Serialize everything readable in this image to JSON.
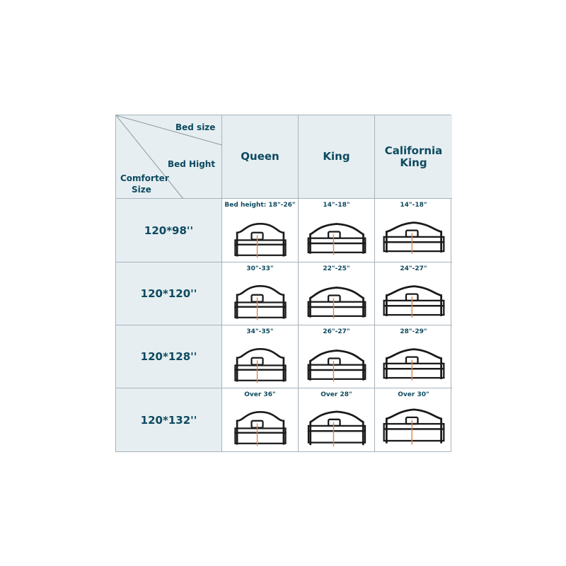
{
  "corner": {
    "bed_size_label": "Bed size",
    "bed_height_label": "Bed Hight",
    "comforter_size_label_line1": "Comforter",
    "comforter_size_label_line2": "Size"
  },
  "columns": [
    {
      "line1": "Queen",
      "line2": ""
    },
    {
      "line1": "King",
      "line2": ""
    },
    {
      "line1": "California",
      "line2": "King"
    }
  ],
  "rows": [
    {
      "label": "120*98''",
      "heights": [
        "Bed height: 18\"-26\"",
        "14\"-18\"",
        "14\"-18\""
      ]
    },
    {
      "label": "120*120''",
      "heights": [
        "30\"-33\"",
        "22\"-25\"",
        "24\"-27\""
      ]
    },
    {
      "label": "120*128''",
      "heights": [
        "34\"-35\"",
        "26\"-27\"",
        "28\"-29\""
      ]
    },
    {
      "label": "120*132''",
      "heights": [
        "Over 36\"",
        "Over 28\"",
        "Over 30\""
      ]
    }
  ],
  "colors": {
    "text": "#0d4a5f",
    "shade": "#e6eef1",
    "measure_line": "#e0834a",
    "border": "#a7b3bb"
  }
}
